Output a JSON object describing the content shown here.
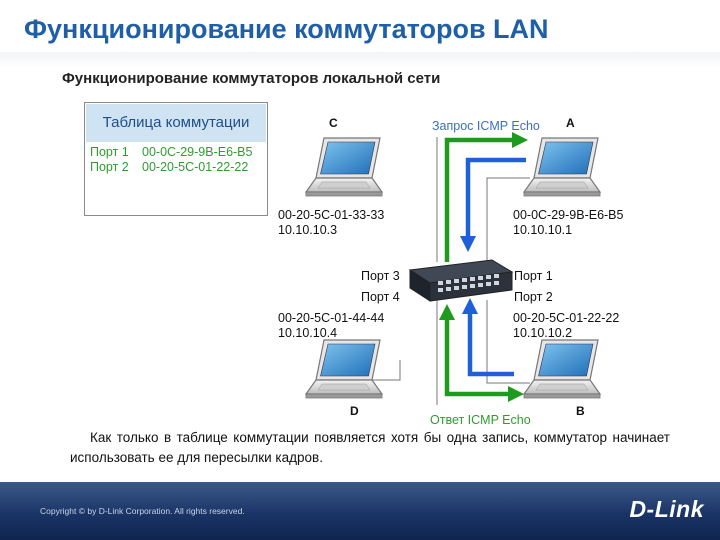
{
  "title": "Функционирование коммутаторов LAN",
  "diagram_title": "Функционирование коммутаторов локальной сети",
  "switch_table": {
    "header": "Таблица коммутации",
    "rows": [
      {
        "port": "Порт 1",
        "mac": "00-0C-29-9B-E6-B5"
      },
      {
        "port": "Порт 2",
        "mac": "00-20-5C-01-22-22"
      }
    ]
  },
  "nodes": {
    "a": {
      "letter": "A",
      "mac": "00-0C-29-9B-E6-B5",
      "ip": "10.10.10.1"
    },
    "b": {
      "letter": "B",
      "mac": "00-20-5C-01-22-22",
      "ip": "10.10.10.2"
    },
    "c": {
      "letter": "C",
      "mac": "00-20-5C-01-33-33",
      "ip": "10.10.10.3"
    },
    "d": {
      "letter": "D",
      "mac": "00-20-5C-01-44-44",
      "ip": "10.10.10.4"
    }
  },
  "ports": {
    "p1": "Порт 1",
    "p2": "Порт 2",
    "p3": "Порт 3",
    "p4": "Порт 4"
  },
  "flows": {
    "request": "Запрос ICMP Echo",
    "reply": "Ответ ICMP Echo"
  },
  "caption": "Как только в таблице коммутации появляется хотя бы одна запись, коммутатор начинает использовать ее для пересылки кадров.",
  "footer": {
    "copyright": "Copyright © by D-Link Corporation. All rights reserved.",
    "logo": "D-Link"
  },
  "colors": {
    "title": "#1f5fa8",
    "green_path": "#1e9a1e",
    "blue_path": "#1f5fd8",
    "footer": "#1a3466"
  }
}
